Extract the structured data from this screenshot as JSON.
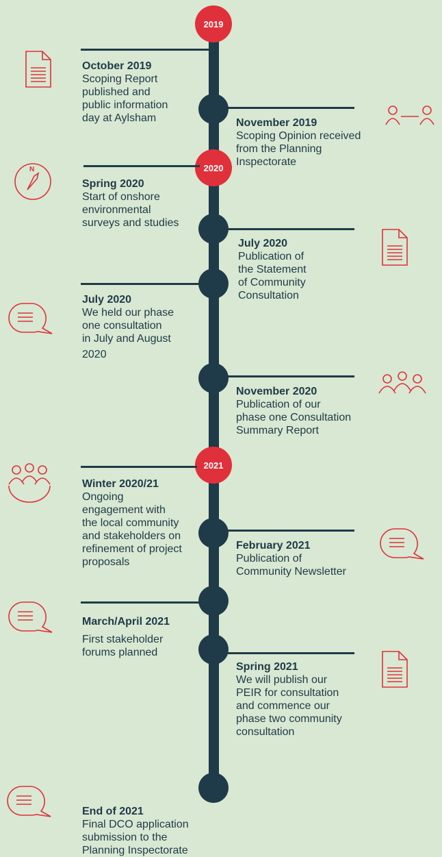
{
  "years": [
    "2019",
    "2020",
    "2021"
  ],
  "events": [
    {
      "date": "October 2019",
      "text": [
        "Scoping Report",
        "published and",
        "public information",
        "day at Aylsham"
      ]
    },
    {
      "date": "November 2019",
      "text": [
        "Scoping Opinion received",
        "from the Planning",
        "Inspectorate"
      ]
    },
    {
      "date": "Spring 2020",
      "text": [
        "Start of onshore",
        "environmental",
        "surveys and studies"
      ]
    },
    {
      "date": "July 2020",
      "text": [
        "Publication of",
        "the Statement",
        "of Community",
        "Consultation"
      ]
    },
    {
      "date": "July 2020",
      "text": [
        "We held our phase",
        "one consultation",
        "in July and August",
        "2020"
      ]
    },
    {
      "date": "November 2020",
      "text": [
        "Publication of our",
        "phase one Consultation",
        "Summary Report"
      ]
    },
    {
      "date": "Winter 2020/21",
      "text": [
        "Ongoing",
        "engagement with",
        "the local community",
        "and stakeholders on",
        "refinement of project",
        "proposals"
      ]
    },
    {
      "date": "February 2021",
      "text": [
        "Publication of",
        "Community Newsletter"
      ]
    },
    {
      "date": "March/April 2021",
      "text": [
        "First stakeholder",
        "forums planned"
      ]
    },
    {
      "date": "Spring 2021",
      "text": [
        "We will publish our",
        "PEIR for consultation",
        "and commence our",
        "phase two community",
        "consultation"
      ]
    },
    {
      "date": "End of 2021",
      "text": [
        "Final DCO application",
        "submission to the",
        "Planning Inspectorate"
      ]
    }
  ],
  "compass_letter": "N",
  "colors": {
    "background": "#d8e8d2",
    "line": "#1f3a48",
    "accent": "#e0303b"
  },
  "icons": [
    "document-icon",
    "people-connected-icon",
    "compass-icon",
    "document-icon",
    "speech-bubble-icon",
    "group-icon",
    "group-icon",
    "speech-bubble-icon",
    "speech-bubble-icon",
    "document-icon",
    "speech-bubble-icon"
  ]
}
